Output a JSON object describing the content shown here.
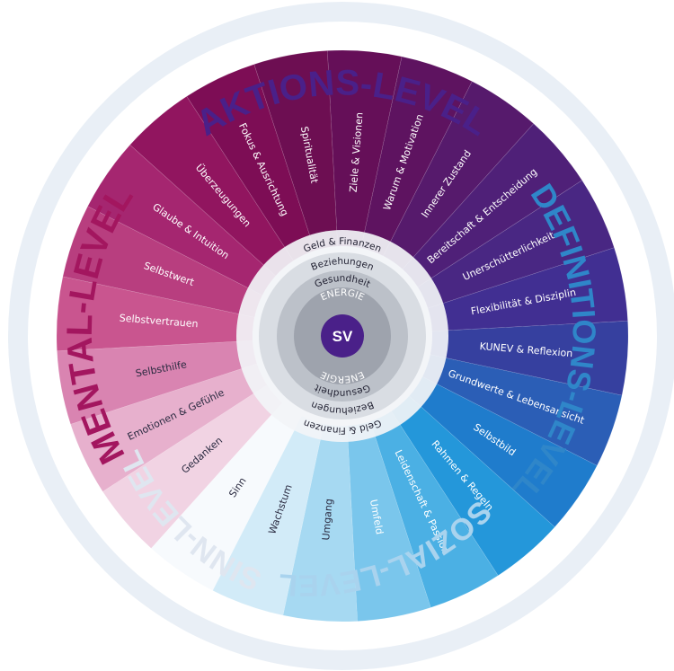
{
  "level_titles": {
    "aktions": "AKTIONS-LEVEL",
    "mental": "MENTAL-LEVEL",
    "definitions": "DEFINITIONS-LEVEL",
    "sozial": "SOZIAL-LEVEL",
    "sinn": "SINN-LEVEL"
  },
  "level_colors": {
    "aktions": "#4a2089",
    "mental": "#a3165f",
    "definitions": "#2f86c9",
    "sozial": "#a9d3ee",
    "sinn": "#dfe6f0"
  },
  "segments": [
    {
      "label": "Spiritualität",
      "color": "#6d0e52"
    },
    {
      "label": "Ziele & Visionen",
      "color": "#650f58"
    },
    {
      "label": "Warum & Motivation",
      "color": "#5e1360"
    },
    {
      "label": "Innerer Zustand",
      "color": "#561a6c"
    },
    {
      "label": "Bereitschaft & Entscheidung",
      "color": "#4f2078"
    },
    {
      "label": "Unerschütterlichkeit",
      "color": "#492783"
    },
    {
      "label": "Flexibilität & Disziplin",
      "color": "#412f92"
    },
    {
      "label": "KUNEV & Reflexion",
      "color": "#36409f"
    },
    {
      "label": "Grundwerte & Lebensansicht",
      "color": "#2b5eb6"
    },
    {
      "label": "Selbstbild",
      "color": "#1f7ccc"
    },
    {
      "label": "Rahmen & Regeln",
      "color": "#2497da"
    },
    {
      "label": "Leidenschaft & Passion",
      "color": "#4bb0e4"
    },
    {
      "label": "Umfeld",
      "color": "#7ac6ec"
    },
    {
      "label": "Umgang",
      "color": "#a6d9f2"
    },
    {
      "label": "Wachstum",
      "color": "#d2ebf8"
    },
    {
      "label": "Sinn",
      "color": "#f7fafd"
    },
    {
      "label": "Gedanken",
      "color": "#f1d3e3"
    },
    {
      "label": "Emotionen & Gefühle",
      "color": "#e7b0cd"
    },
    {
      "label": "Selbsthilfe",
      "color": "#d984b1"
    },
    {
      "label": "Selbstvertrauen",
      "color": "#c9558f"
    },
    {
      "label": "Selbstwert",
      "color": "#b83e7f"
    },
    {
      "label": "Glaube & Intuition",
      "color": "#a52670"
    },
    {
      "label": "Überzeugungen",
      "color": "#91155f"
    },
    {
      "label": "Fokus & Ausrichtung",
      "color": "#7d0d55"
    }
  ],
  "rings": {
    "outer": "Geld & Finanzen",
    "middle": "Beziehungen",
    "inner": "Gesundheit",
    "core": "ENERGIE"
  },
  "center": {
    "label": "SV",
    "color": "#4a2089"
  }
}
